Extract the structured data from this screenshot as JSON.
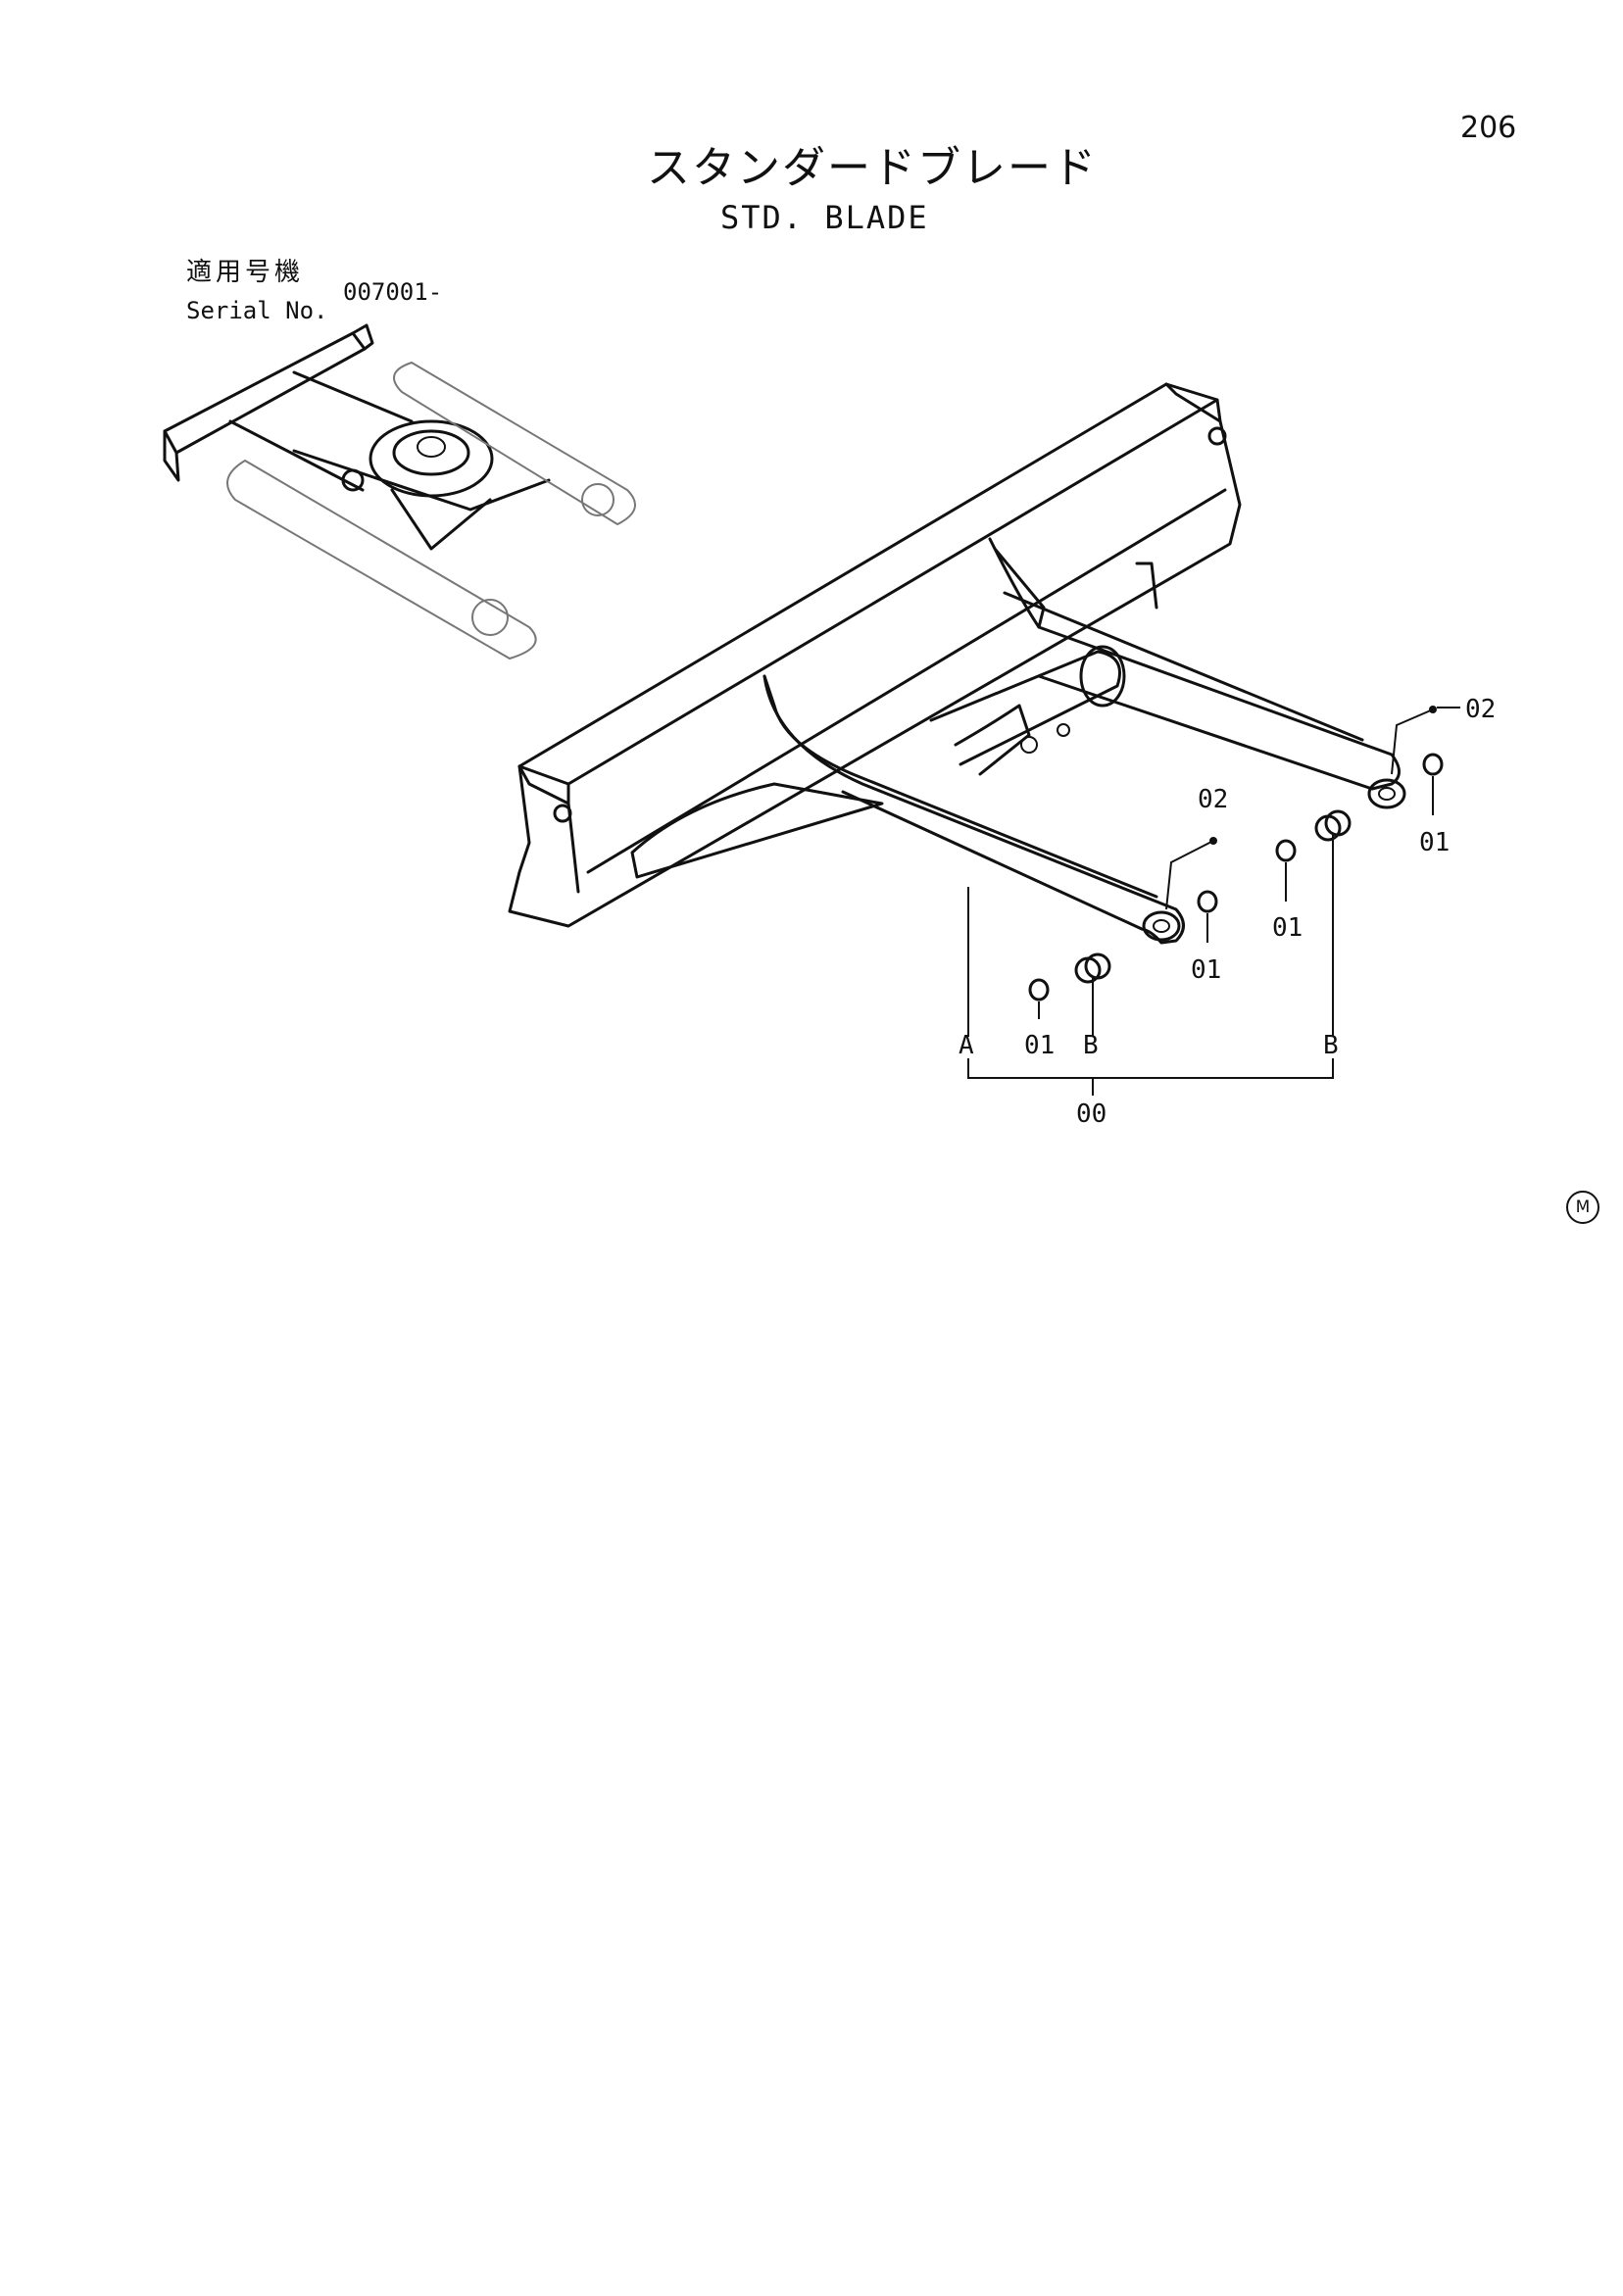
{
  "page_number": "206",
  "title_jp": "スタンダードブレード",
  "title_en": "STD. BLADE",
  "serial": {
    "label_jp": "適用号機",
    "label_en": "Serial No.",
    "value": "007001-"
  },
  "callouts": {
    "part_00": "00",
    "part_01": "01",
    "part_02": "02",
    "group_a": "A",
    "group_b": "B"
  },
  "mark": "M"
}
